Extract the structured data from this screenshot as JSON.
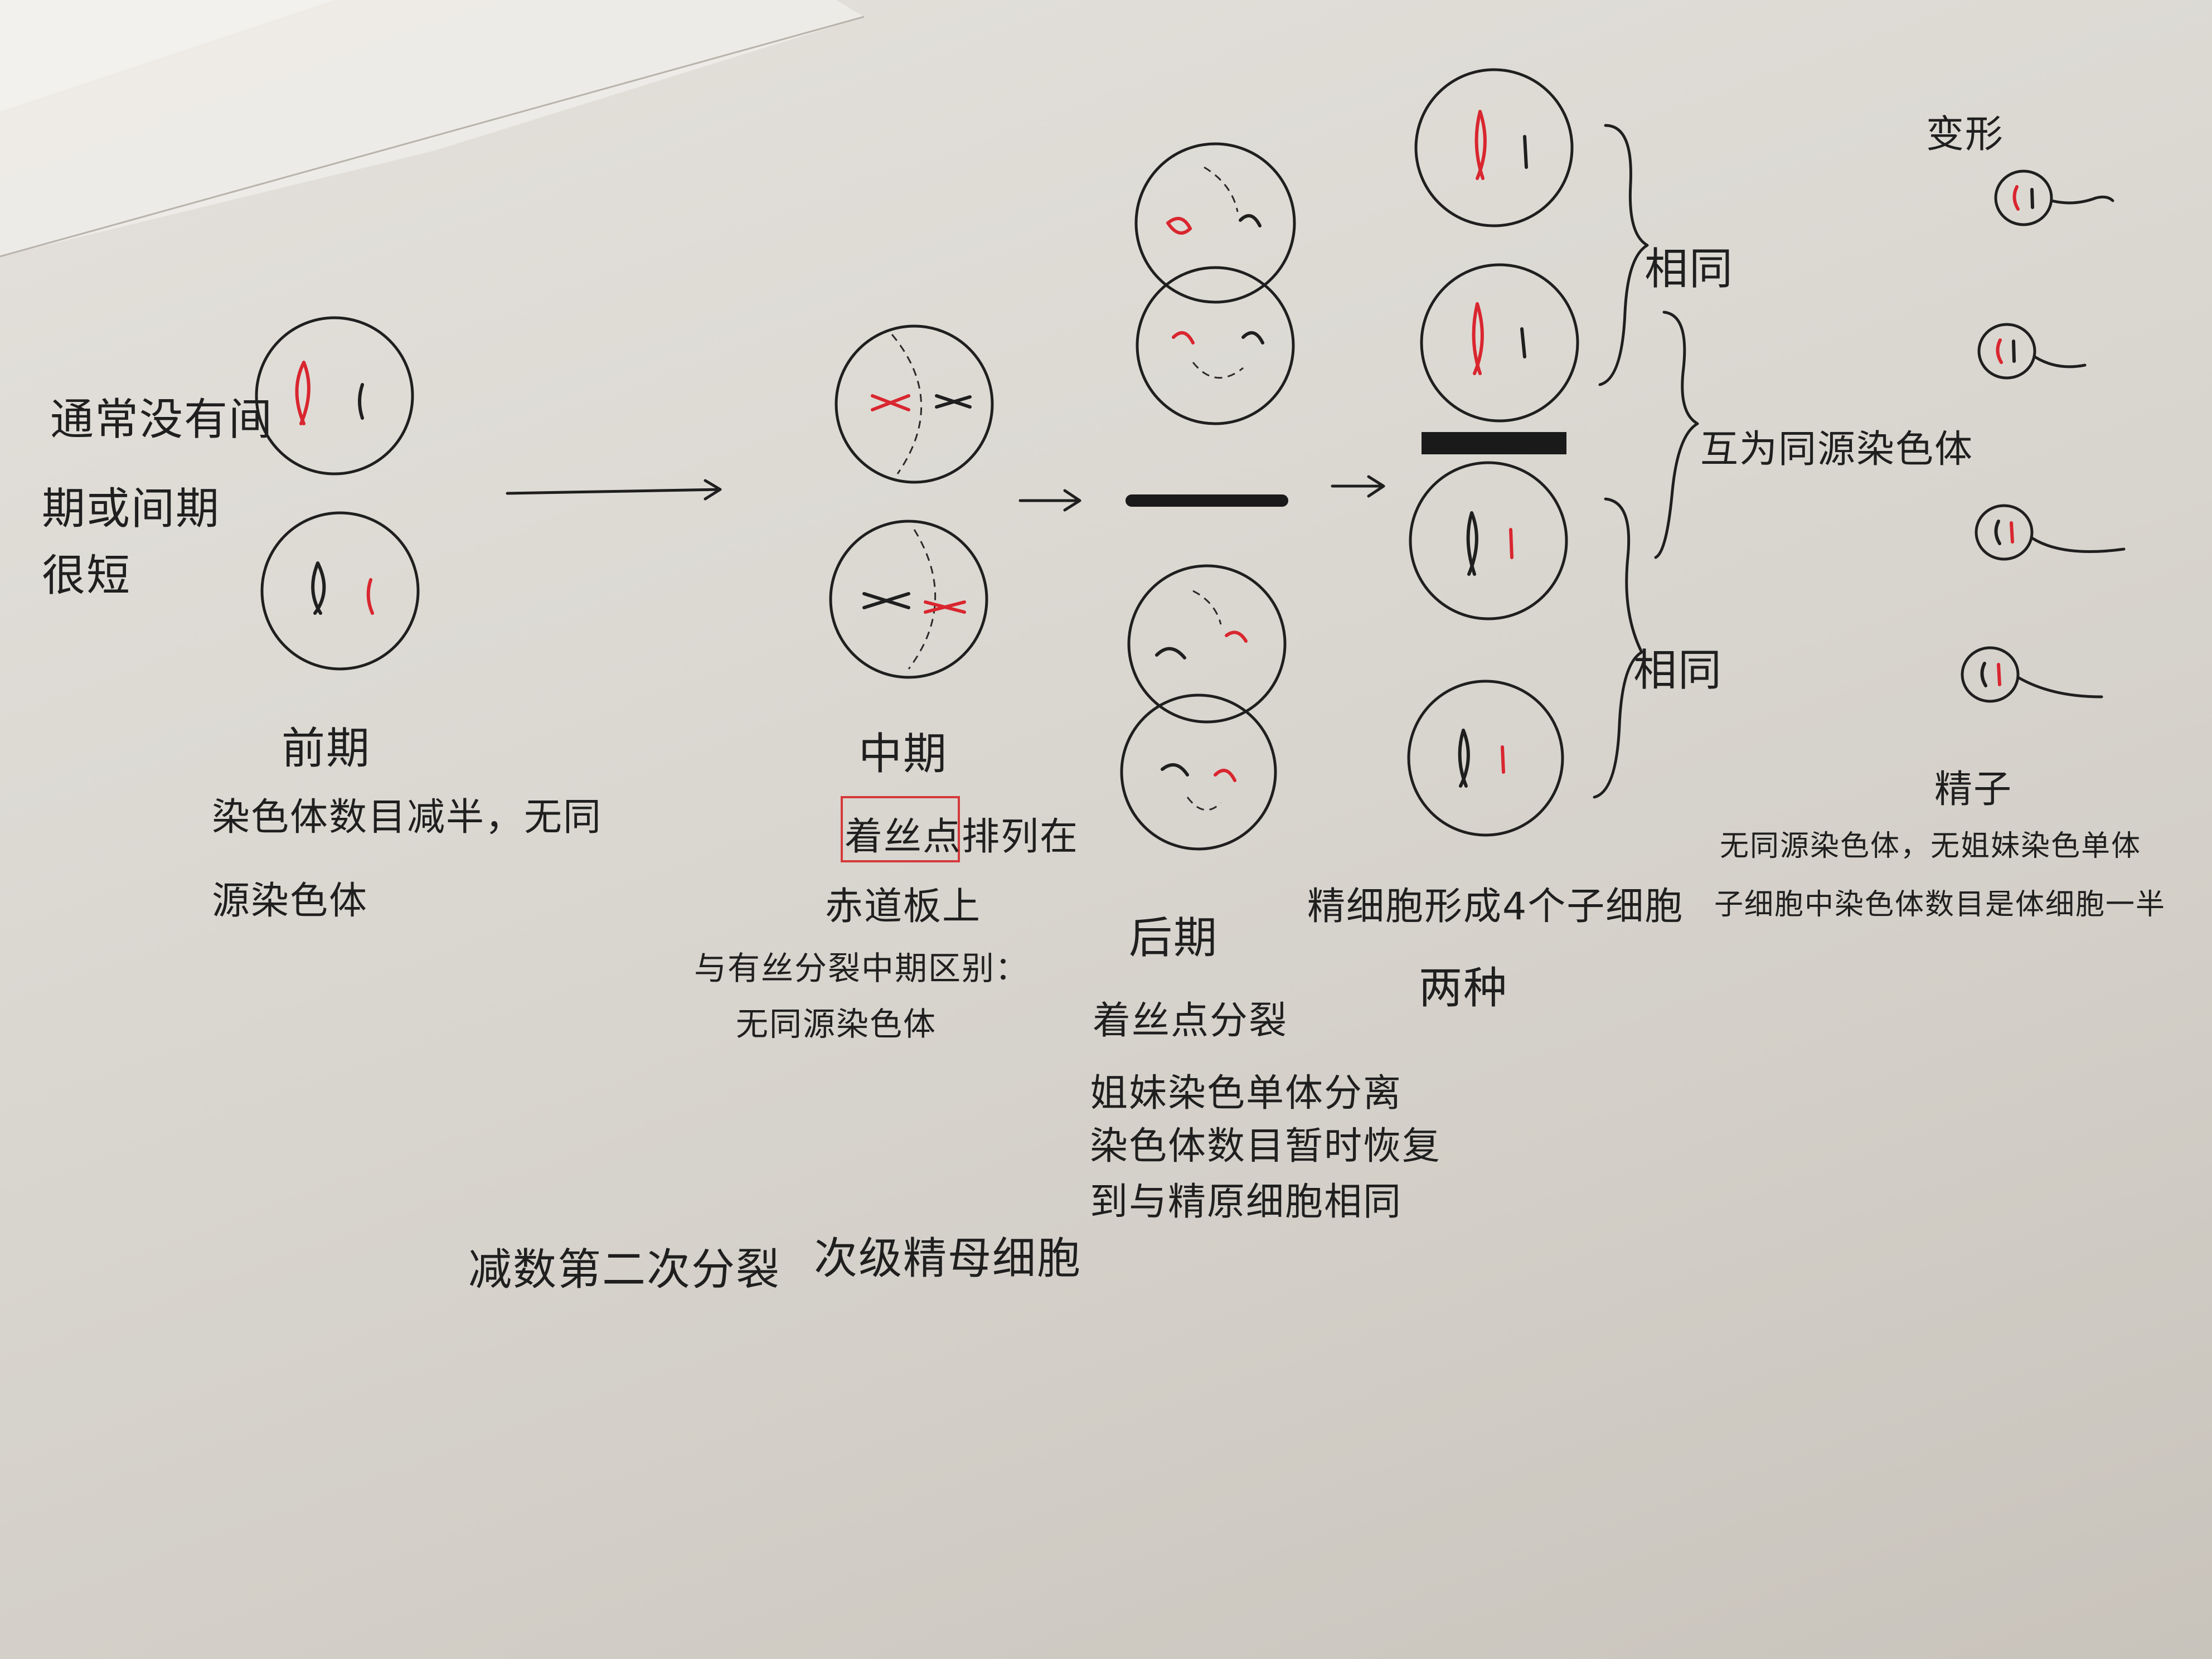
{
  "left_note": {
    "lines": [
      "通常没有间",
      "期或间期",
      "很短"
    ]
  },
  "stages": {
    "prophase": {
      "title": "前期",
      "notes": [
        "染色体数目减半，无同",
        "源染色体"
      ]
    },
    "metaphase": {
      "title": "中期",
      "boxed_word": "着丝点",
      "line1_rest": "排列在",
      "line2": "赤道板上",
      "notes": [
        "与有丝分裂中期区别：",
        "无同源染色体"
      ]
    },
    "anaphase": {
      "title": "后期",
      "notes": [
        "着丝点分裂",
        "姐妹染色单体分离",
        "染色体数目暂时恢复",
        "到与精原细胞相同"
      ]
    },
    "telophase": {
      "notes": [
        "精细胞形成4个子细胞",
        "两种"
      ],
      "brace_labels": [
        "相同",
        "互为同源染色体",
        "相同"
      ]
    },
    "sperm": {
      "header": "变形",
      "title": "精子",
      "notes": [
        "无同源染色体，无姐妹染色单体",
        "子细胞中染色体数目是体细胞一半"
      ]
    }
  },
  "bottom_note": {
    "left": "减数第二次分裂",
    "right": "次级精母细胞"
  },
  "colors": {
    "ink": "#1f1f1f",
    "red_ink": "#d9262f",
    "box_red": "#d43a3a",
    "paper": "#dcd9d3"
  }
}
